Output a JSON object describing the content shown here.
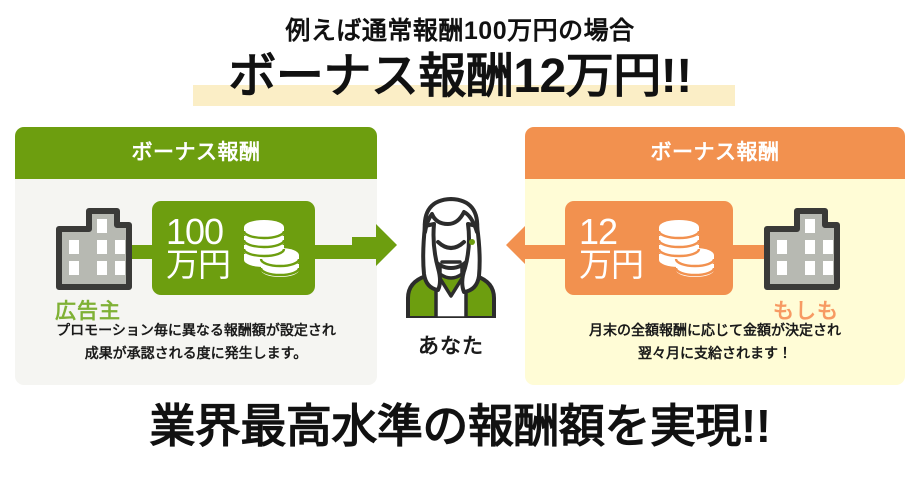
{
  "header": {
    "subtitle": "例えば通常報酬100万円の場合",
    "title": "ボーナス報酬12万円!!",
    "highlight_color": "#fbeec6"
  },
  "left_panel": {
    "head_label": "ボーナス報酬",
    "head_color": "#6d9e0f",
    "bg_color": "#f5f5f2",
    "building_icon": "office-building-icon",
    "entity_label": "広告主",
    "entity_label_color": "#7fb135",
    "badge": {
      "amount": "100",
      "unit": "万円",
      "coins_icon": "coin-stack-icon",
      "color": "#6d9e0f"
    },
    "caption_line1": "プロモーション毎に異なる報酬額が設定され",
    "caption_line2": "成果が承認される度に発生します。",
    "arrow_icon": "arrow-right-icon",
    "arrow_color": "#6d9e0f"
  },
  "right_panel": {
    "head_label": "ボーナス報酬",
    "head_color": "#f2914f",
    "bg_color": "#fffcd6",
    "building_icon": "office-building-icon",
    "entity_label": "もしも",
    "entity_label_color": "#f79a63",
    "badge": {
      "amount": "12",
      "unit": "万円",
      "coins_icon": "coin-stack-icon",
      "color": "#f2914f"
    },
    "caption_line1": "月末の全額報酬に応じて金額が決定され",
    "caption_line2": "翌々月に支給されます！",
    "arrow_icon": "arrow-left-icon",
    "arrow_color": "#f2914f"
  },
  "center": {
    "person_icon": "woman-avatar-icon",
    "label": "あなた",
    "jacket_color": "#6d9e0f"
  },
  "footer": {
    "title": "業界最高水準の報酬額を実現!!"
  }
}
